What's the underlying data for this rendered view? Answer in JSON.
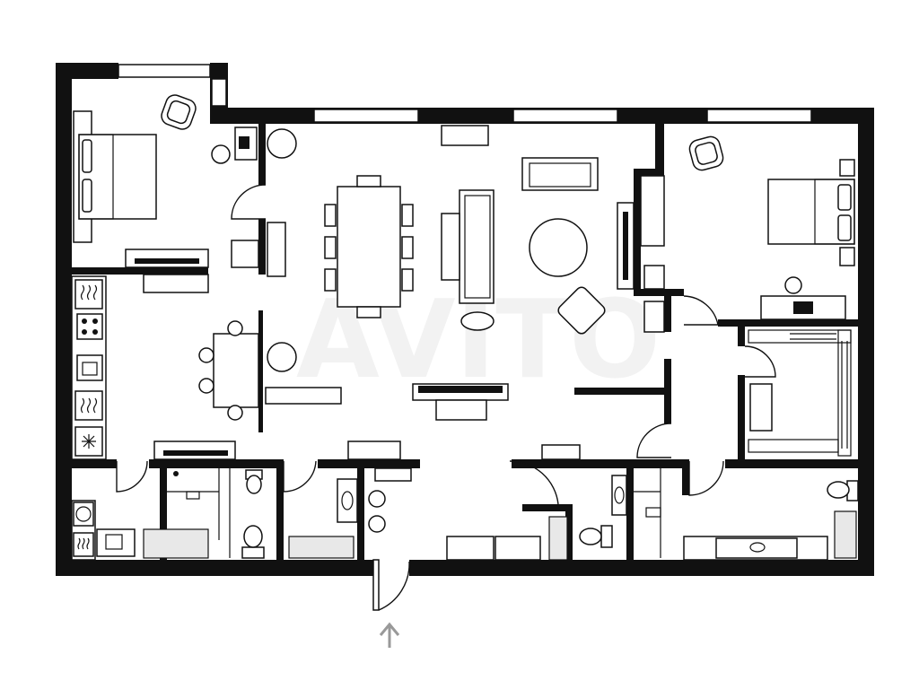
{
  "plan": {
    "kind": "apartment floor plan",
    "watermark": "AVITO",
    "entrance_marker": "arrow-up",
    "colors": {
      "wall": "#111111",
      "background": "#ffffff",
      "fixture": "#e8e8e8",
      "arrow": "#999999"
    }
  },
  "rooms": [
    {
      "id": "bedroom-left",
      "contains": [
        "double-bed",
        "armchair",
        "desk",
        "desk-chair",
        "tv-unit",
        "wardrobe"
      ]
    },
    {
      "id": "living-dining",
      "contains": [
        "dining-table",
        "dining-chairs",
        "sofa",
        "round-rug",
        "armchair",
        "coffee-table",
        "fireplace",
        "tv-wall"
      ]
    },
    {
      "id": "kitchen",
      "contains": [
        "cooktop",
        "sink",
        "oven",
        "fridge",
        "kitchen-table",
        "pendant-lamp"
      ]
    },
    {
      "id": "bedroom-right",
      "contains": [
        "double-bed",
        "armchair",
        "desk",
        "desk-chair",
        "laptop",
        "nightstand"
      ]
    },
    {
      "id": "walk-in-closet",
      "contains": [
        "hanging-rails",
        "bench"
      ]
    },
    {
      "id": "laundry",
      "contains": [
        "washing-machine",
        "dryer",
        "sink"
      ]
    },
    {
      "id": "bathroom-1",
      "contains": [
        "shower",
        "toilet",
        "bidet",
        "bathtub"
      ]
    },
    {
      "id": "hall",
      "contains": [
        "sink",
        "coat-rack",
        "bench",
        "entrance-door"
      ]
    },
    {
      "id": "bathroom-2",
      "contains": [
        "sink",
        "toilet",
        "shower"
      ]
    },
    {
      "id": "bathroom-3",
      "contains": [
        "toilet",
        "double-sink",
        "shower"
      ]
    }
  ]
}
